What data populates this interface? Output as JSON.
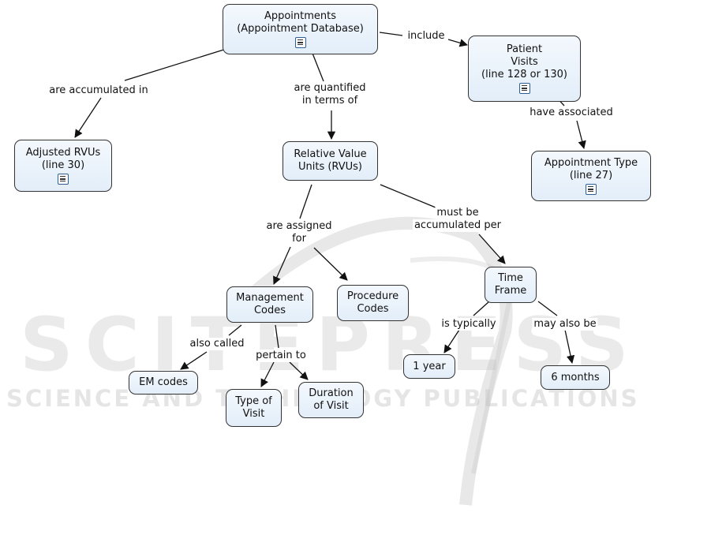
{
  "watermark": {
    "main": "SCITEPRESS",
    "sub": "SCIENCE AND TECHNOLOGY PUBLICATIONS"
  },
  "nodes": {
    "appointments": {
      "line1": "Appointments",
      "line2": "(Appointment Database)"
    },
    "patient_visits": {
      "line1": "Patient",
      "line2": "Visits",
      "line3": "(line 128 or 130)"
    },
    "adjusted_rvus": {
      "line1": "Adjusted RVUs",
      "line2": "(line 30)"
    },
    "rvus": {
      "line1": "Relative Value",
      "line2": "Units (RVUs)"
    },
    "appointment_type": {
      "line1": "Appointment Type",
      "line2": "(line 27)"
    },
    "time_frame": {
      "line1": "Time",
      "line2": "Frame"
    },
    "management_codes": {
      "line1": "Management",
      "line2": "Codes"
    },
    "procedure_codes": {
      "line1": "Procedure",
      "line2": "Codes"
    },
    "em_codes": {
      "line1": "EM codes"
    },
    "type_of_visit": {
      "line1": "Type of",
      "line2": "Visit"
    },
    "duration_of_visit": {
      "line1": "Duration",
      "line2": "of Visit"
    },
    "one_year": {
      "line1": "1 year"
    },
    "six_months": {
      "line1": "6 months"
    }
  },
  "links": {
    "include": "include",
    "accumulated_in": "are accumulated in",
    "quantified_1": "are quantified",
    "quantified_2": "in terms of",
    "have_associated": "have associated",
    "assigned_1": "are assigned",
    "assigned_2": "for",
    "must_be_1": "must be",
    "must_be_2": "accumulated per",
    "also_called": "also called",
    "pertain_to": "pertain to",
    "is_typically": "is typically",
    "may_also_be": "may also be"
  },
  "icons": {
    "resource": "document-icon"
  }
}
